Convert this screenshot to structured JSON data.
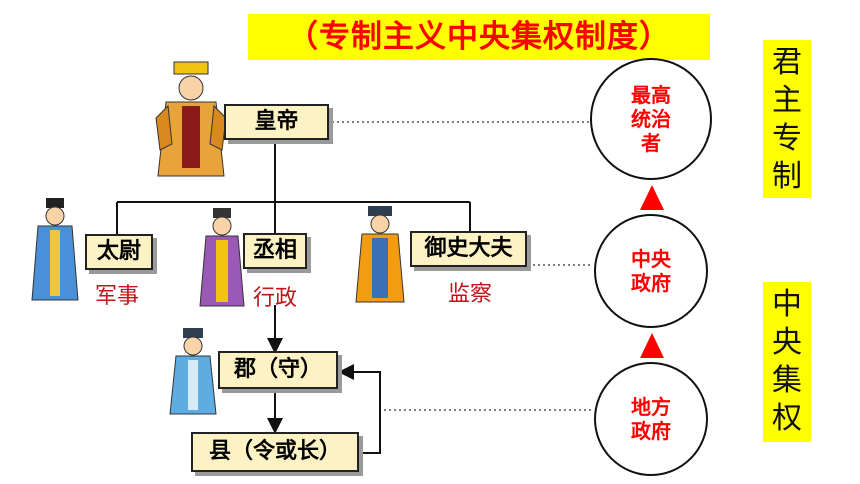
{
  "title": "（专制主义中央集权制度）",
  "emperor": "皇帝",
  "officials": [
    {
      "title": "太尉",
      "duty": "军事"
    },
    {
      "title": "丞相",
      "duty": "行政"
    },
    {
      "title": "御史大夫",
      "duty": "监察"
    }
  ],
  "local": {
    "prefecture": "郡（守）",
    "county": "县（令或长）"
  },
  "levels": {
    "supreme": "最高\n统治\n者",
    "central": "中央\n政府",
    "local": "地方\n政府"
  },
  "side_labels": {
    "monarchy": "君\n主\n专\n制",
    "centralization": "中\n央\n集\n权"
  },
  "colors": {
    "title_bg": "#ffff00",
    "title_text": "#ff0000",
    "box_fill": "#fdf2c4",
    "duty_text": "#c0141b",
    "circle_text": "#ff0000",
    "arrow": "#ff0000"
  }
}
